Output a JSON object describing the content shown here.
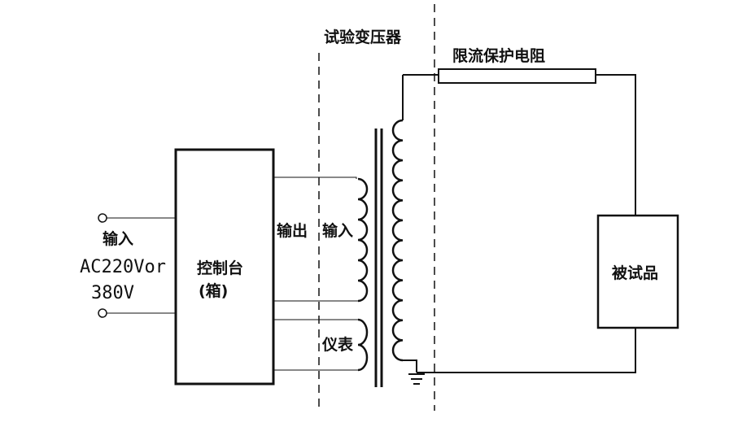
{
  "labels": {
    "transformer": "试验变压器",
    "protective_resistor": "限流保护电阻",
    "input": "输入",
    "supply_voltage_1": "AC220Vor",
    "supply_voltage_2": "380V",
    "control_console_1": "控制台",
    "control_console_2": "(箱)",
    "console_output": "输出",
    "transformer_input": "输入",
    "meter": "仪表",
    "test_object": "被试品"
  },
  "colors": {
    "line": "#111111",
    "background": "#ffffff"
  }
}
